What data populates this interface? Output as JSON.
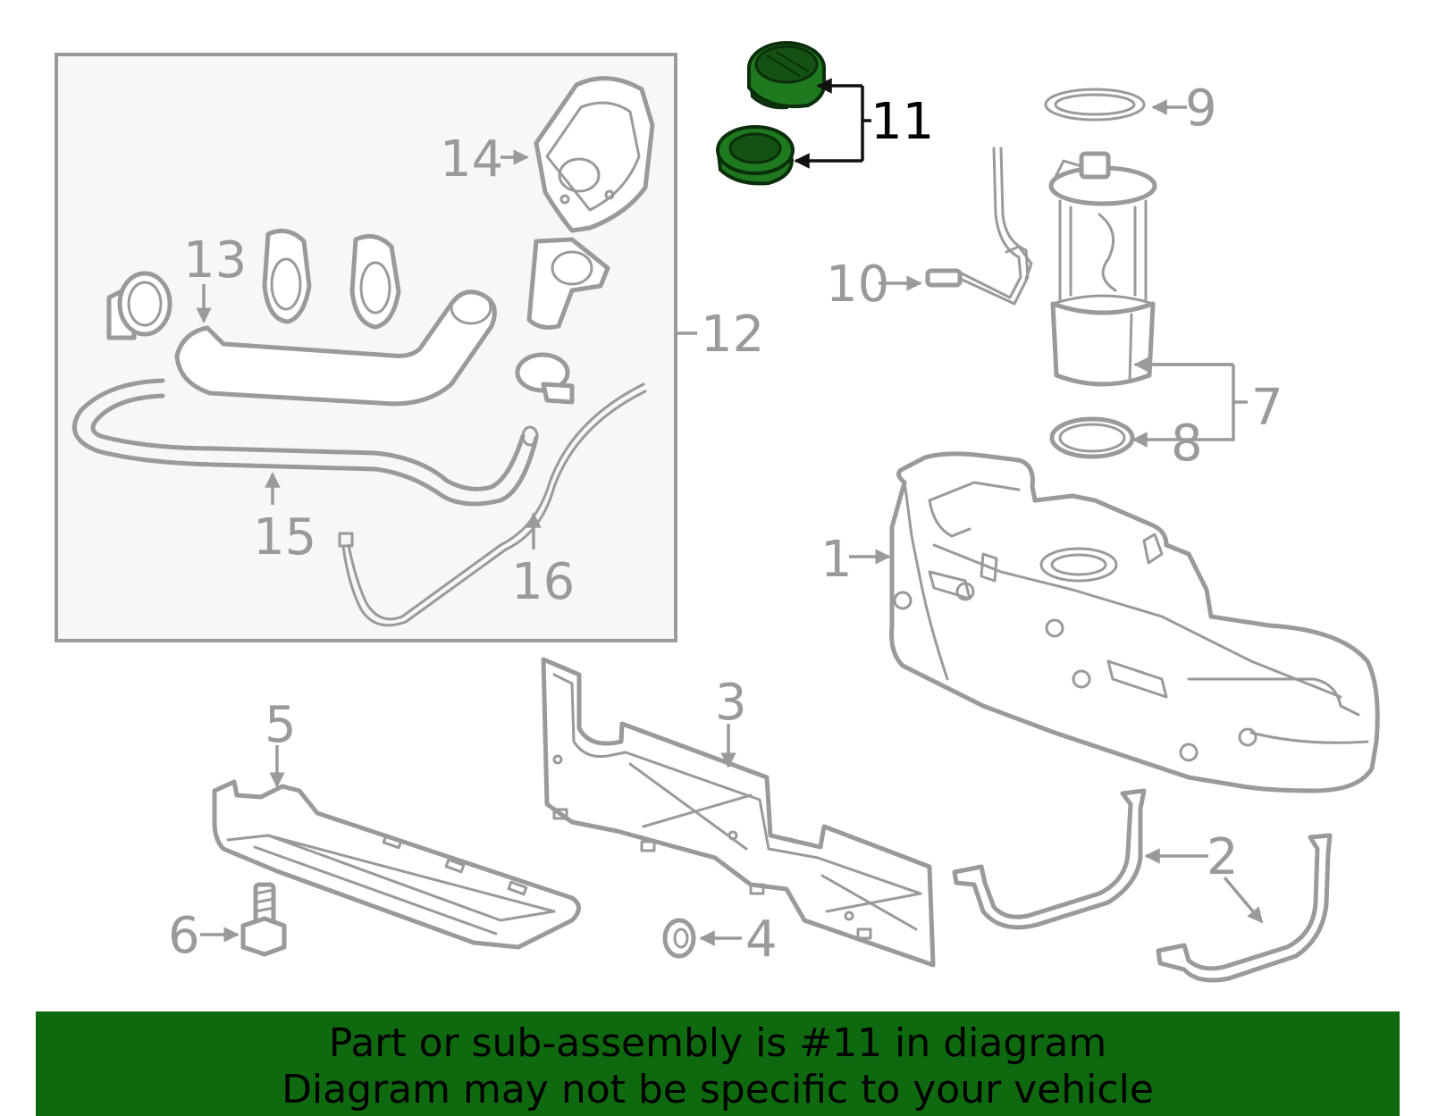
{
  "callouts": {
    "c1": "1",
    "c2": "2",
    "c3": "3",
    "c4": "4",
    "c5": "5",
    "c6": "6",
    "c7": "7",
    "c8": "8",
    "c9": "9",
    "c10": "10",
    "c11": "11",
    "c12": "12",
    "c13": "13",
    "c14": "14",
    "c15": "15",
    "c16": "16"
  },
  "banner": {
    "line1": "Part or sub-assembly is #11 in diagram",
    "line2": "Diagram may not be specific to your vehicle"
  },
  "colors": {
    "highlight": "#1f7a1f",
    "banner": "#0f6a0f",
    "linework": "#9a9a9a"
  }
}
